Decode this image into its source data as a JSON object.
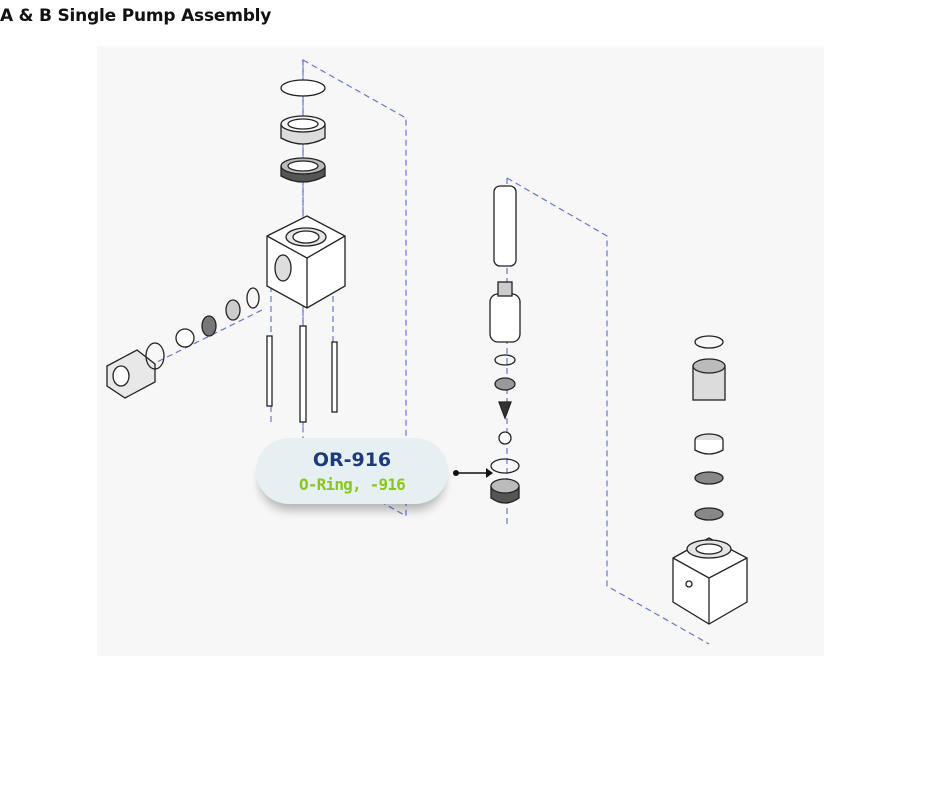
{
  "page": {
    "title": "A & B Single Pump Assembly"
  },
  "callout": {
    "part_number": "OR-916",
    "description": "O-Ring, -916"
  },
  "colors": {
    "leader_dash": "#6a76d6",
    "part_label": "#1f3a78",
    "description": "#8bc61f",
    "callout_bg": "#e6f0f2",
    "diagram_bg": "#f7f7f7"
  },
  "figure": {
    "name": "exploded pump assembly drawing"
  }
}
